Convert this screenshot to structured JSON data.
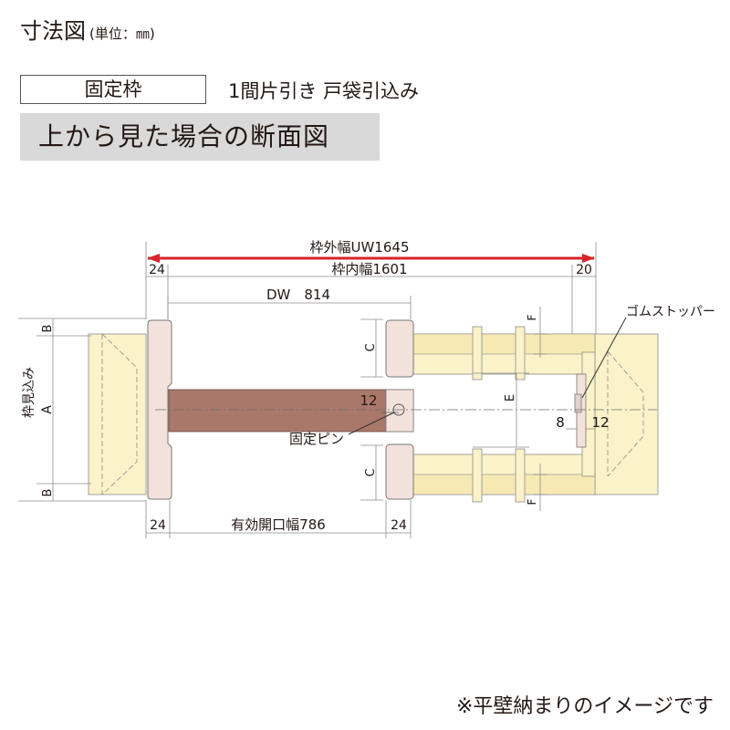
{
  "header": {
    "title": "寸法図",
    "unit": "(単位：㎜)"
  },
  "frame_type": {
    "label": "固定枠",
    "description": "1間片引き 戸袋引込み"
  },
  "view_label": "上から見た場合の断面図",
  "dimensions": {
    "outer_width": "枠外幅UW1645",
    "inner_width": "枠内幅1601",
    "left_jamb": "24",
    "right_jamb": "20",
    "door_width": "DW　814",
    "effective_opening": "有効開口幅786",
    "bottom_left": "24",
    "bottom_right": "24",
    "pin_size": "12",
    "gap_8": "8",
    "gap_12": "12"
  },
  "letters": {
    "B": "B",
    "A": "A",
    "C": "C",
    "E": "E",
    "F": "F"
  },
  "labels": {
    "frame_depth": "枠見込み",
    "fixed_pin": "固定ピン",
    "rubber_stopper": "ゴムストッパー"
  },
  "footnote": "※平壁納まりのイメージです",
  "colors": {
    "wall": "#fbf2c9",
    "frame": "#f3e2db",
    "door": "#a9786a",
    "arrow": "#d7232a",
    "line": "#6e6e6e"
  }
}
